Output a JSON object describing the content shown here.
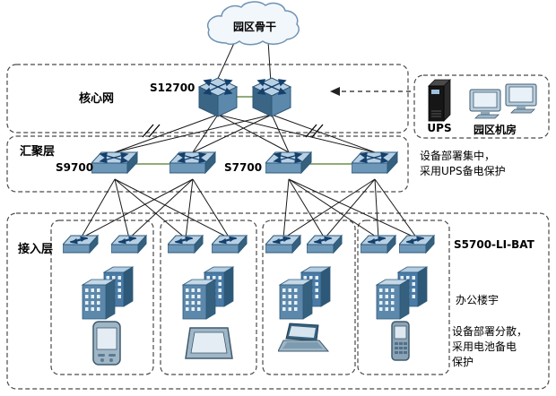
{
  "cloud": {
    "label": "园区骨干"
  },
  "layers": {
    "core": {
      "label": "核心网",
      "model": "S12700"
    },
    "aggregation": {
      "label": "汇聚层",
      "model_left": "S9700",
      "model_right": "S7700"
    },
    "access": {
      "label": "接入层",
      "model": "S5700-LI-BAT"
    }
  },
  "equipment_room": {
    "ups_label": "UPS",
    "room_label": "园区机房"
  },
  "annotations": {
    "core_note": "设备部署集中，\n采用UPS备电保护",
    "office_label": "办公楼宇",
    "access_note": "设备部署分散，\n采用电池备电\n保护"
  },
  "colors": {
    "link": "#1a1a1a",
    "trunk_link": "#4e7a27",
    "device_blue_light": "#b8d0e4",
    "device_blue_mid": "#5c88ab",
    "device_blue_dark": "#2e5878",
    "dashed_border": "#4a4a4a",
    "cloud_fill": "#f2f7fb",
    "cloud_stroke": "#6e93b4"
  }
}
